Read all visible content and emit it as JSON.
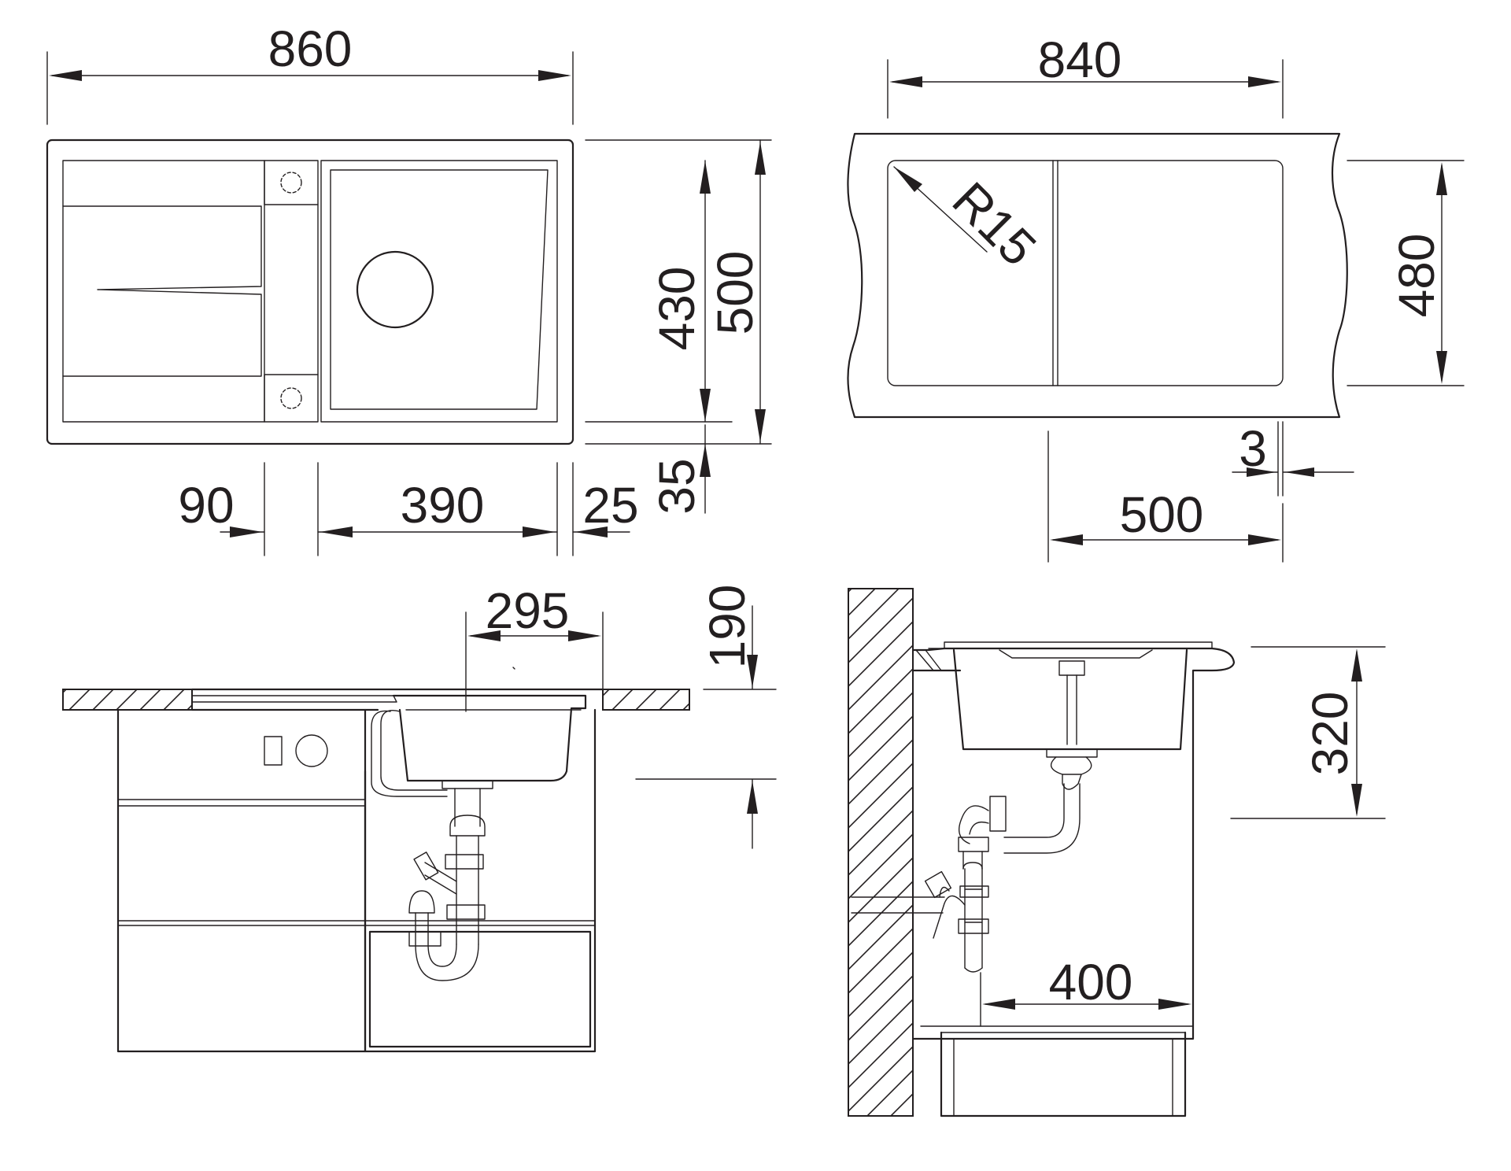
{
  "dimensions": {
    "top_width": "860",
    "inner_height": "430",
    "outer_height": "500",
    "bottom_offset": "35",
    "drainer_offset": "90",
    "bowl_width": "390",
    "edge_offset": "25",
    "cutout_width": "840",
    "radius": "R15",
    "cutout_height": "480",
    "gap": "3",
    "bowl_cabinet": "500",
    "waste_offset": "295",
    "depth_190": "190",
    "depth_320": "320",
    "cabinet_400": "400"
  },
  "colors": {
    "line": "#231f20",
    "background": "#ffffff"
  }
}
